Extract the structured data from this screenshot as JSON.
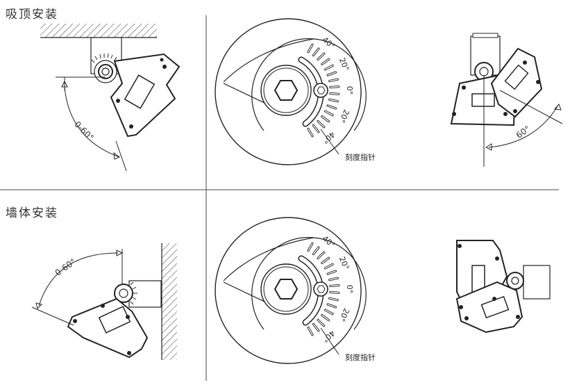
{
  "sections": {
    "ceiling": {
      "title": "吸顶安装",
      "angle_label": "0-60°",
      "result_angle": "60°",
      "pointer_label": "刻度指针"
    },
    "wall": {
      "title": "墙体安装",
      "angle_label": "0-60°",
      "pointer_label": "刻度指针"
    }
  },
  "scale_marks": [
    "40°",
    "20°",
    "0°",
    "20°",
    "40°"
  ]
}
